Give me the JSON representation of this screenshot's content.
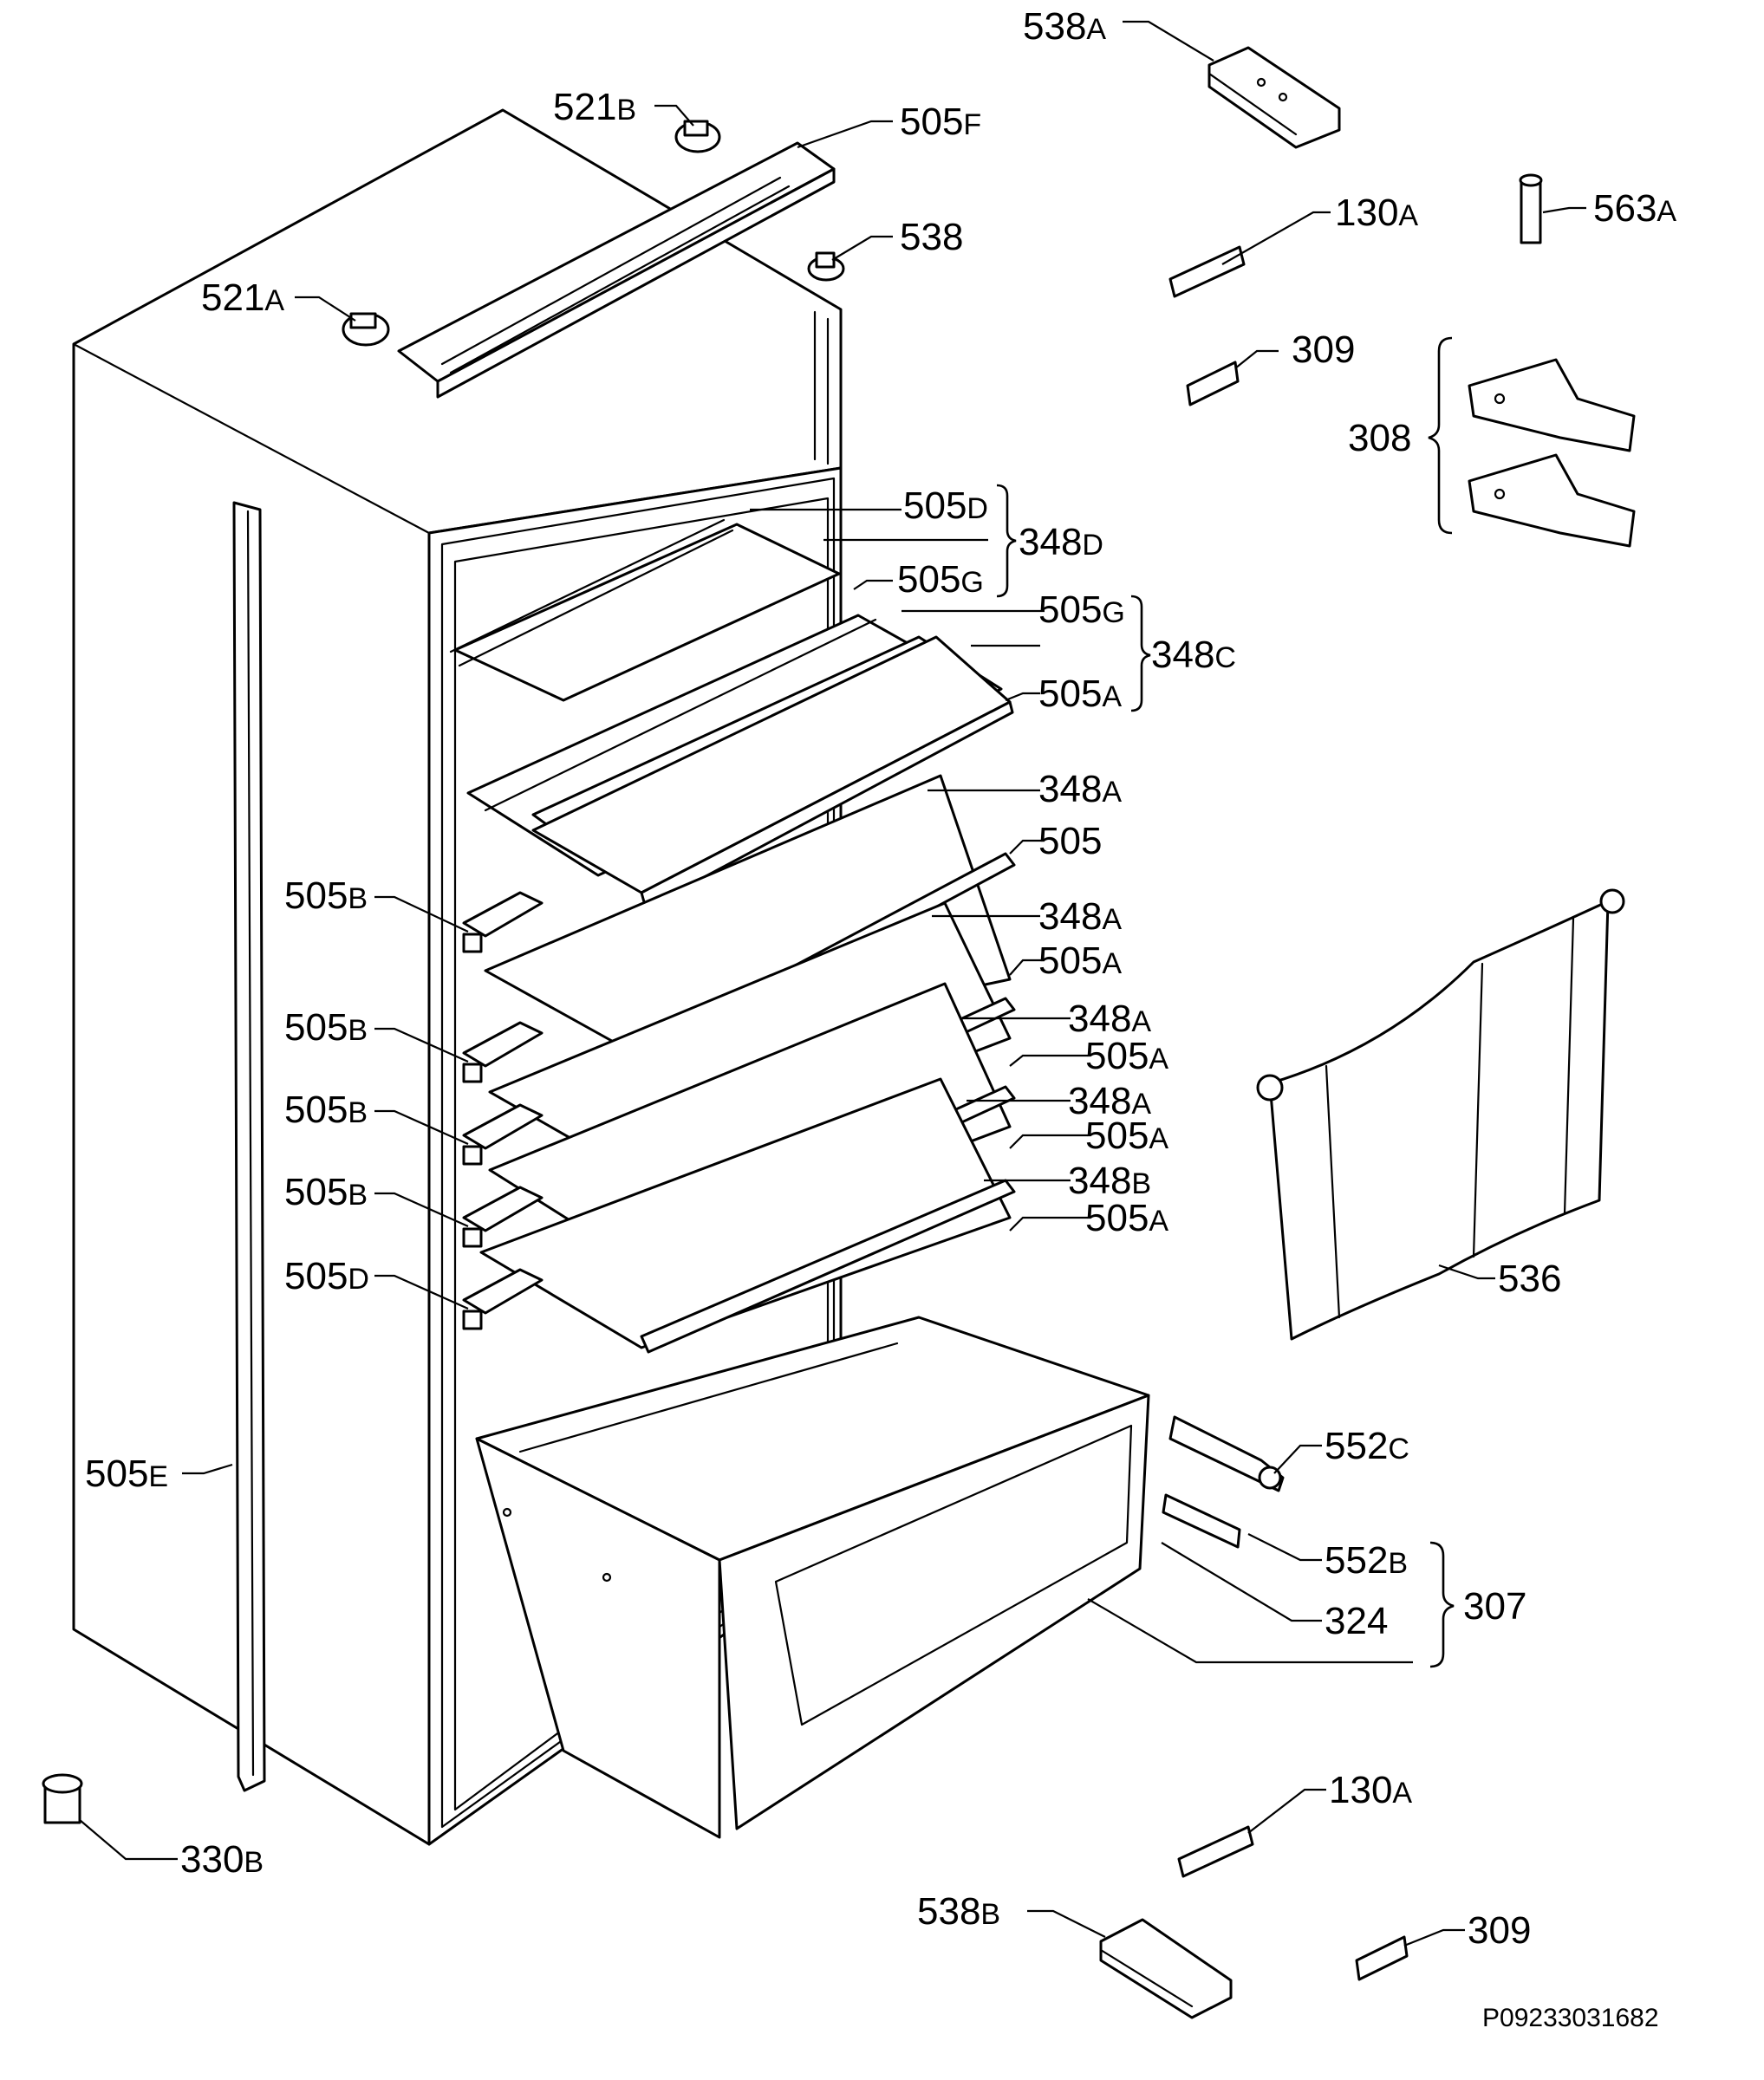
{
  "diagram": {
    "document_code": "P09233031682",
    "labels": [
      {
        "id": "538a-top",
        "num": "538",
        "suf": "A"
      },
      {
        "id": "521b",
        "num": "521",
        "suf": "B"
      },
      {
        "id": "505f",
        "num": "505",
        "suf": "F"
      },
      {
        "id": "538",
        "num": "538",
        "suf": ""
      },
      {
        "id": "521a",
        "num": "521",
        "suf": "A"
      },
      {
        "id": "130a-top",
        "num": "130",
        "suf": "A"
      },
      {
        "id": "563a",
        "num": "563",
        "suf": "A"
      },
      {
        "id": "309-top",
        "num": "309",
        "suf": ""
      },
      {
        "id": "308",
        "num": "308",
        "suf": ""
      },
      {
        "id": "505d-top",
        "num": "505",
        "suf": "D"
      },
      {
        "id": "348d",
        "num": "348",
        "suf": "D"
      },
      {
        "id": "505g-1",
        "num": "505",
        "suf": "G"
      },
      {
        "id": "505g-2",
        "num": "505",
        "suf": "G"
      },
      {
        "id": "348c",
        "num": "348",
        "suf": "C"
      },
      {
        "id": "505a-1",
        "num": "505",
        "suf": "A"
      },
      {
        "id": "348a-1",
        "num": "348",
        "suf": "A"
      },
      {
        "id": "505",
        "num": "505",
        "suf": ""
      },
      {
        "id": "505b-1",
        "num": "505",
        "suf": "B"
      },
      {
        "id": "348a-2",
        "num": "348",
        "suf": "A"
      },
      {
        "id": "505a-2",
        "num": "505",
        "suf": "A"
      },
      {
        "id": "505b-2",
        "num": "505",
        "suf": "B"
      },
      {
        "id": "348a-3",
        "num": "348",
        "suf": "A"
      },
      {
        "id": "505a-3",
        "num": "505",
        "suf": "A"
      },
      {
        "id": "505b-3",
        "num": "505",
        "suf": "B"
      },
      {
        "id": "348a-4",
        "num": "348",
        "suf": "A"
      },
      {
        "id": "505a-4",
        "num": "505",
        "suf": "A"
      },
      {
        "id": "505b-4",
        "num": "505",
        "suf": "B"
      },
      {
        "id": "348b",
        "num": "348",
        "suf": "B"
      },
      {
        "id": "505a-5",
        "num": "505",
        "suf": "A"
      },
      {
        "id": "505d-bottom",
        "num": "505",
        "suf": "D"
      },
      {
        "id": "536",
        "num": "536",
        "suf": ""
      },
      {
        "id": "552c",
        "num": "552",
        "suf": "C"
      },
      {
        "id": "505e",
        "num": "505",
        "suf": "E"
      },
      {
        "id": "552b",
        "num": "552",
        "suf": "B"
      },
      {
        "id": "307",
        "num": "307",
        "suf": ""
      },
      {
        "id": "324",
        "num": "324",
        "suf": ""
      },
      {
        "id": "130a-bottom",
        "num": "130",
        "suf": "A"
      },
      {
        "id": "330b",
        "num": "330",
        "suf": "B"
      },
      {
        "id": "538b",
        "num": "538",
        "suf": "B"
      },
      {
        "id": "309-bottom",
        "num": "309",
        "suf": ""
      }
    ]
  }
}
